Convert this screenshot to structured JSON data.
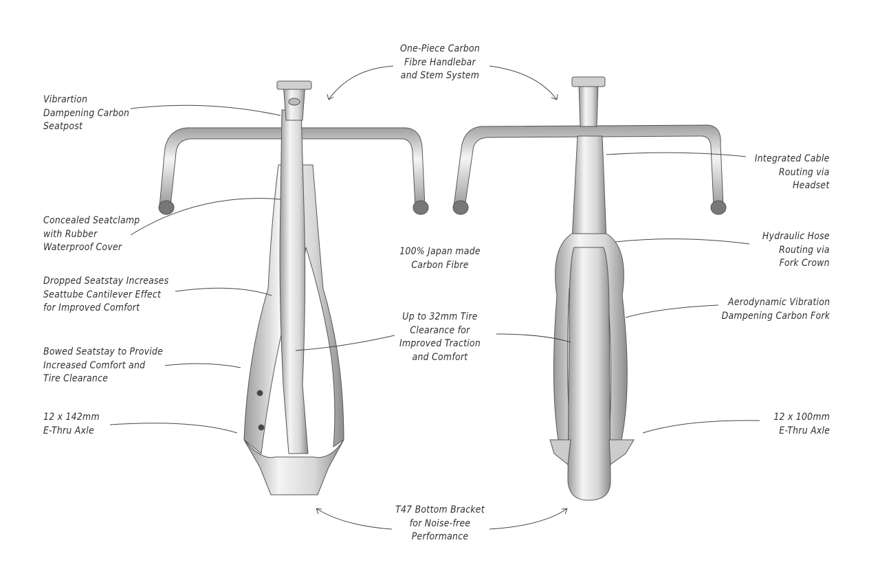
{
  "labels": {
    "handlebar": [
      "One-Piece Carbon",
      "Fibre Handlebar",
      "and Stem System"
    ],
    "seatpost": [
      "Vibrartion",
      "Dampening Carbon",
      "Seatpost"
    ],
    "seatclamp": [
      "Concealed Seatclamp",
      "with Rubber",
      "Waterproof Cover"
    ],
    "dropped_seatstay": [
      "Dropped Seatstay Increases",
      "Seattube Cantilever Effect",
      "for Improved Comfort"
    ],
    "bowed_seatstay": [
      "Bowed Seatstay to Provide",
      "Increased Comfort and",
      "Tire Clearance"
    ],
    "rear_axle": [
      "12 x 142mm",
      "E-Thru Axle"
    ],
    "japan_carbon": [
      "100% Japan made",
      "Carbon Fibre"
    ],
    "tire_clearance": [
      "Up to 32mm Tire",
      "Clearance for",
      "Improved Traction",
      "and Comfort"
    ],
    "bottom_bracket": [
      "T47 Bottom Bracket",
      "for Noise-free",
      "Performance"
    ],
    "cable_routing": [
      "Integrated Cable",
      "Routing via",
      "Headset"
    ],
    "hose_routing": [
      "Hydraulic Hose",
      "Routing via",
      "Fork Crown"
    ],
    "fork": [
      "Aerodynamic Vibration",
      "Dampening Carbon Fork"
    ],
    "front_axle": [
      "12 x 100mm",
      "E-Thru Axle"
    ]
  },
  "colors": {
    "text": "#2f2f2f",
    "frame_light": "#f2f2f2",
    "frame_dark": "#8a8a8a",
    "line": "#3a4650"
  }
}
